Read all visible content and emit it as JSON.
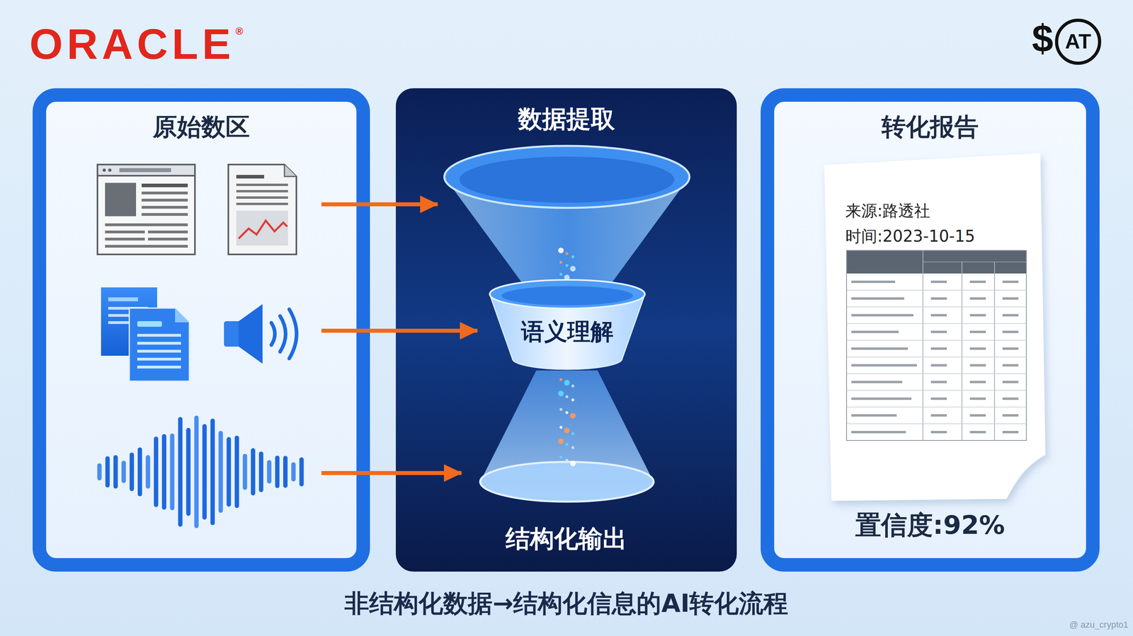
{
  "diagram": {
    "caption": "非结构化数据→结构化信息的AI转化流程",
    "nodes": [
      {
        "text": [
          "原始数区"
        ]
      },
      {
        "text": [
          "数据提取",
          "结构化输出"
        ]
      },
      {
        "text": [
          "语义理解"
        ],
        "in": 1
      },
      {
        "text": [
          "转化报告",
          "置信度:92%"
        ]
      },
      {
        "text": [
          "来源:路透社",
          "时间:2023-10-15"
        ],
        "in": 3
      }
    ],
    "edges": [
      {
        "from": 0,
        "to": 1,
        "arrow": "to"
      },
      {
        "from": 0,
        "to": 1,
        "arrow": "to"
      },
      {
        "from": 0,
        "to": 1,
        "arrow": "to"
      }
    ],
    "labels": [
      "ORACLE",
      "®",
      "$",
      "AT",
      "@ azu_crypto1"
    ]
  }
}
